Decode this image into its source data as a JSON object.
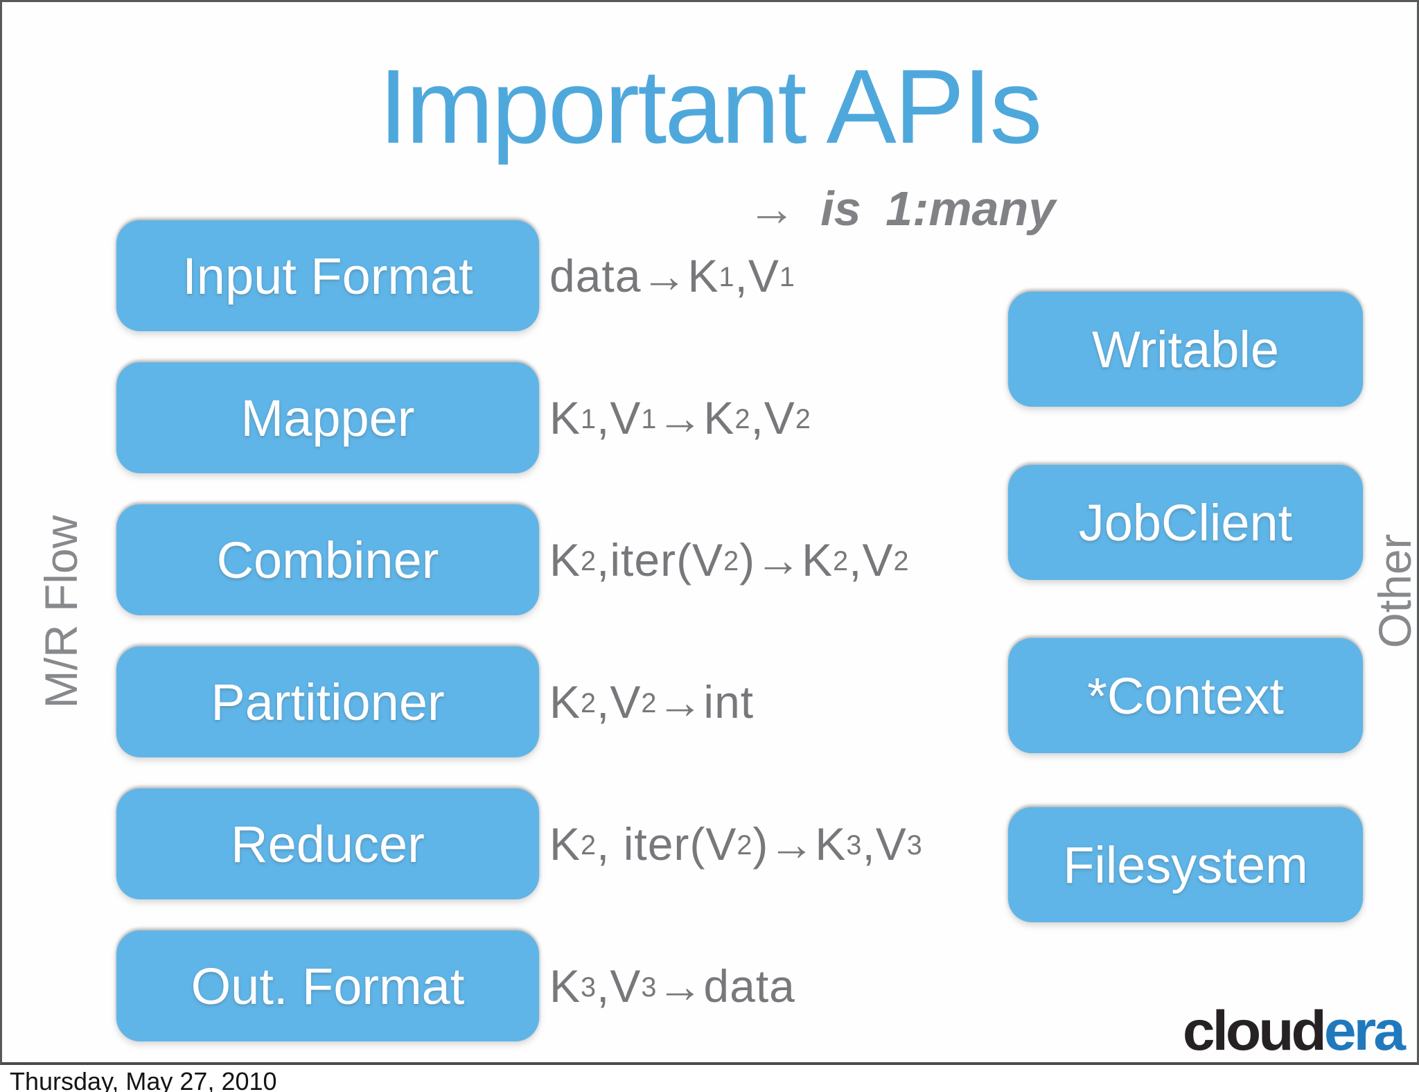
{
  "slide": {
    "title": "Important APIs",
    "subtitle": "→ is 1:many",
    "left_axis_label": "M/R Flow",
    "right_axis_label": "Other",
    "date_footer": "Thursday, May 27, 2010",
    "logo": {
      "dark": "cloud",
      "blue": "era"
    }
  },
  "colors": {
    "title_blue": "#4fa8dc",
    "box_blue": "#5fb5e7",
    "formula_gray": "#77787b",
    "muted_gray": "#808285",
    "frame_gray": "#58595b",
    "logo_dark": "#262223",
    "logo_blue": "#2079bd"
  },
  "mr_flow": {
    "rows": [
      {
        "label": "Input Format",
        "formula": [
          {
            "t": "data→K"
          },
          {
            "t": "1",
            "sub": true
          },
          {
            "t": ",V"
          },
          {
            "t": "1",
            "sub": true
          }
        ]
      },
      {
        "label": "Mapper",
        "formula": [
          {
            "t": "K"
          },
          {
            "t": "1",
            "sub": true
          },
          {
            "t": ",V"
          },
          {
            "t": "1",
            "sub": true
          },
          {
            "t": "→K"
          },
          {
            "t": "2",
            "sub": true
          },
          {
            "t": ",V"
          },
          {
            "t": "2",
            "sub": true
          }
        ]
      },
      {
        "label": "Combiner",
        "formula": [
          {
            "t": "K"
          },
          {
            "t": "2",
            "sub": true
          },
          {
            "t": ",iter(V"
          },
          {
            "t": "2",
            "sub": true
          },
          {
            "t": ")→K"
          },
          {
            "t": "2",
            "sub": true
          },
          {
            "t": ",V"
          },
          {
            "t": "2",
            "sub": true
          }
        ]
      },
      {
        "label": "Partitioner",
        "formula": [
          {
            "t": "K"
          },
          {
            "t": "2",
            "sub": true
          },
          {
            "t": ",V"
          },
          {
            "t": "2",
            "sub": true
          },
          {
            "t": "→int"
          }
        ]
      },
      {
        "label": "Reducer",
        "formula": [
          {
            "t": "K"
          },
          {
            "t": "2",
            "sub": true
          },
          {
            "t": ", iter(V"
          },
          {
            "t": "2",
            "sub": true
          },
          {
            "t": ")→K"
          },
          {
            "t": "3",
            "sub": true
          },
          {
            "t": ",V"
          },
          {
            "t": "3",
            "sub": true
          }
        ]
      },
      {
        "label": "Out. Format",
        "formula": [
          {
            "t": "K"
          },
          {
            "t": "3",
            "sub": true
          },
          {
            "t": ",V"
          },
          {
            "t": "3",
            "sub": true
          },
          {
            "t": "→data"
          }
        ]
      }
    ]
  },
  "other": {
    "boxes": [
      "Writable",
      "JobClient",
      "*Context",
      "Filesystem"
    ]
  }
}
